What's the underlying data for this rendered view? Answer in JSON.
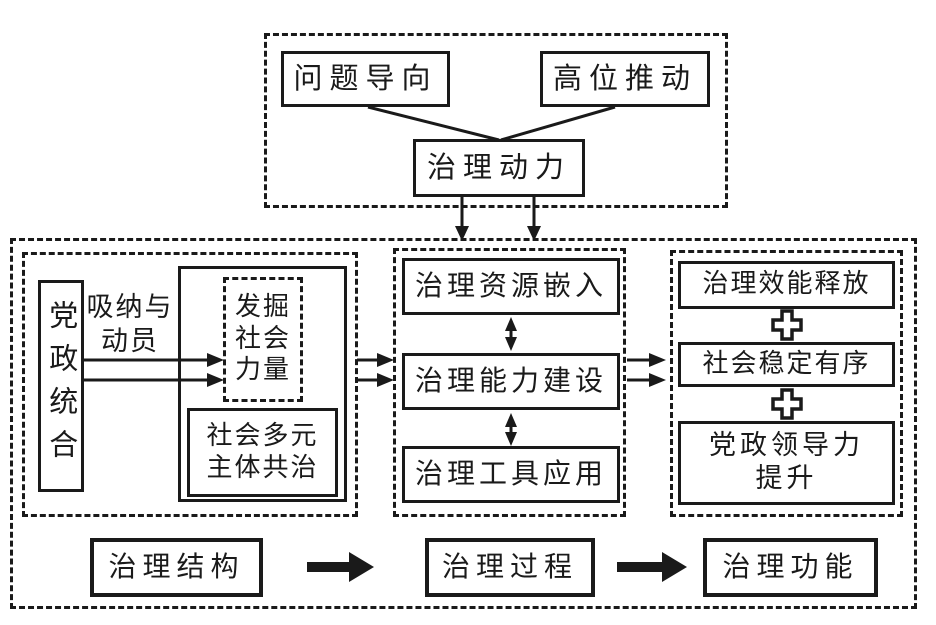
{
  "diagram": {
    "top": {
      "problem_oriented": "问题导向",
      "high_level_push": "高位推动",
      "governance_dynamics": "治理动力"
    },
    "structure": {
      "party_gov_integration": "党政统合",
      "absorb_mobilize": "吸纳与\n动员",
      "discover_social_forces": "发掘\n社会\n力量",
      "multi_subject_cogov": "社会多元\n主体共治"
    },
    "process": {
      "resource_embedding": "治理资源嵌入",
      "capacity_building": "治理能力建设",
      "tool_application": "治理工具应用"
    },
    "function": {
      "efficacy_release": "治理效能释放",
      "social_stability": "社会稳定有序",
      "leadership_improvement": "党政领导力\n提升"
    },
    "bottom": {
      "governance_structure": "治理结构",
      "governance_process": "治理过程",
      "governance_function": "治理功能"
    },
    "colors": {
      "line": "#1a1a1a",
      "background": "#ffffff"
    }
  }
}
